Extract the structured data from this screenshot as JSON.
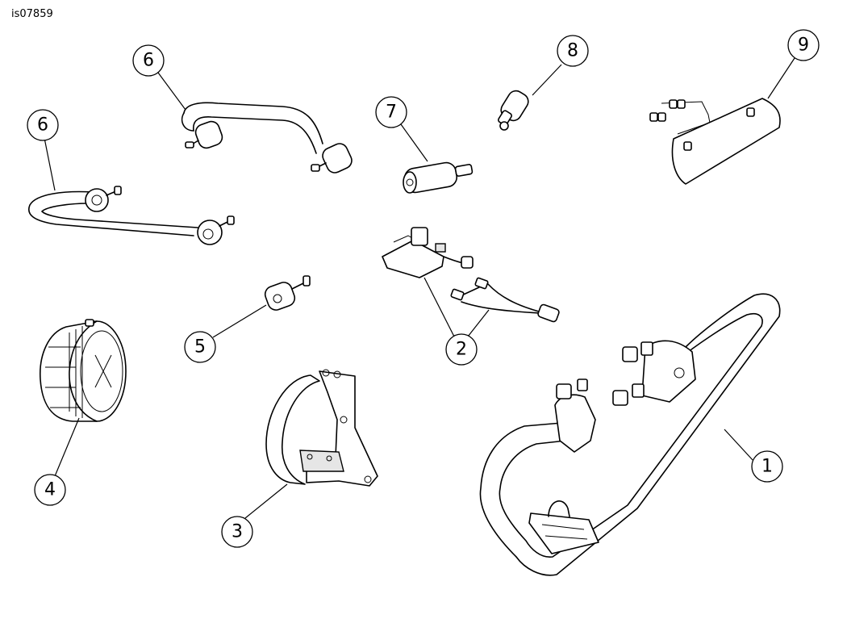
{
  "figure_id": "is07859",
  "callouts": [
    "1",
    "2",
    "3",
    "4",
    "5",
    "6",
    "6",
    "7",
    "8",
    "9"
  ]
}
